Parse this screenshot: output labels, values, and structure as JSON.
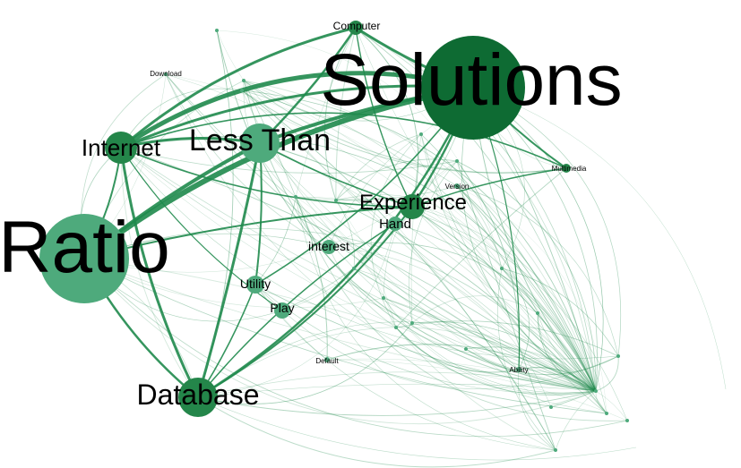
{
  "palette": {
    "background": "#ffffff",
    "edge": "#1f8a4c",
    "node_dark": "#0e6b33",
    "node_mid": "#24864a",
    "node_light": "#4eaa7c",
    "label": "#000000"
  },
  "graph": {
    "nodes": [
      {
        "id": "solutions",
        "label": "Solutions"
      },
      {
        "id": "ratio",
        "label": "Ratio"
      },
      {
        "id": "less-than",
        "label": "Less Than"
      },
      {
        "id": "internet",
        "label": "Internet"
      },
      {
        "id": "database",
        "label": "Database"
      },
      {
        "id": "experience",
        "label": "Experience"
      },
      {
        "id": "computer",
        "label": "Computer"
      },
      {
        "id": "hand",
        "label": "Hand"
      },
      {
        "id": "interest",
        "label": "interest"
      },
      {
        "id": "utility",
        "label": "Utility"
      },
      {
        "id": "play",
        "label": "Play"
      },
      {
        "id": "multimedia",
        "label": "Multimedia"
      },
      {
        "id": "version",
        "label": "Version"
      },
      {
        "id": "download",
        "label": "Download"
      },
      {
        "id": "default",
        "label": "Default"
      },
      {
        "id": "ability",
        "label": "Ability"
      }
    ]
  }
}
